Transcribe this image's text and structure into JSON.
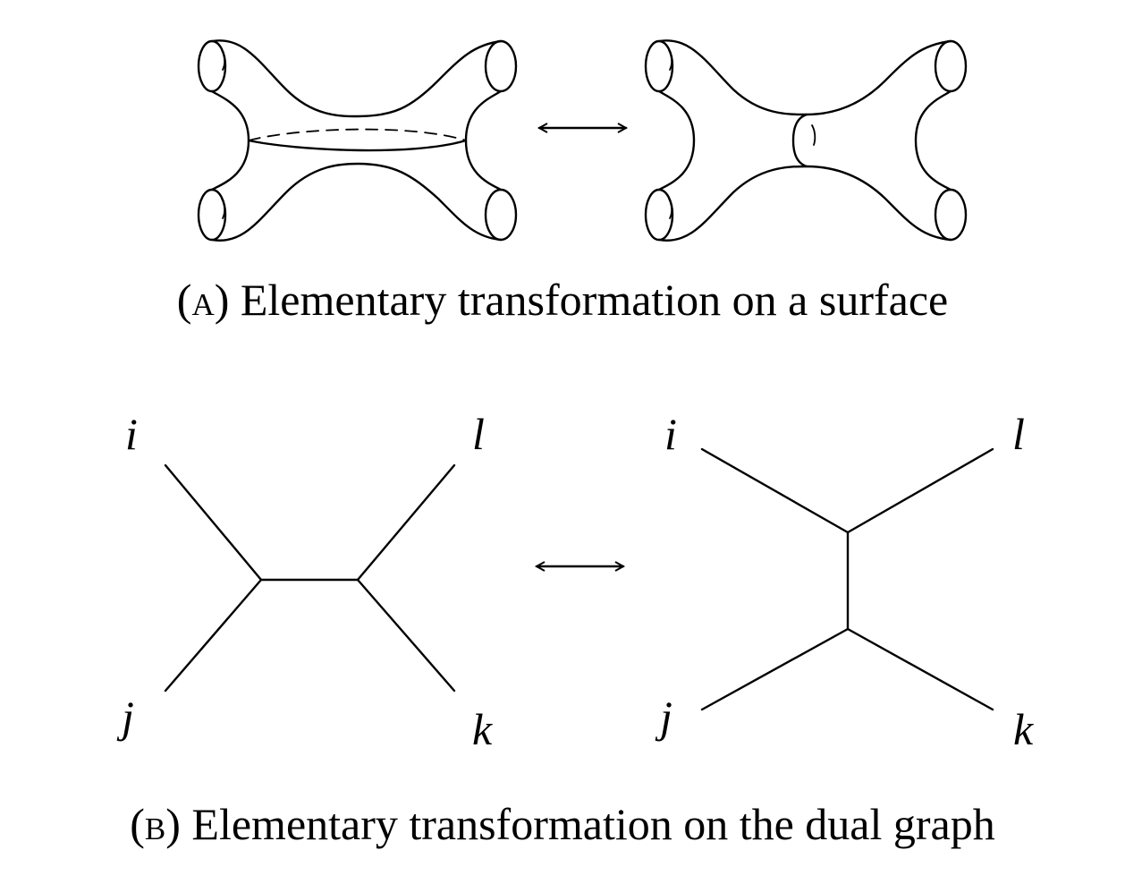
{
  "panel_a": {
    "tag_open": "(",
    "tag": "a",
    "tag_close": ")",
    "caption": " Elementary transformation on a surface"
  },
  "panel_b": {
    "tag_open": "(",
    "tag": "b",
    "tag_close": ")",
    "caption": " Elementary transformation on the dual graph",
    "left_graph": {
      "labels": {
        "top_left": "i",
        "top_right": "l",
        "bottom_left": "j",
        "bottom_right": "k"
      }
    },
    "right_graph": {
      "labels": {
        "top_left": "i",
        "top_right": "l",
        "bottom_left": "j",
        "bottom_right": "k"
      }
    }
  },
  "arrow_symbol": "double-headed-arrow"
}
